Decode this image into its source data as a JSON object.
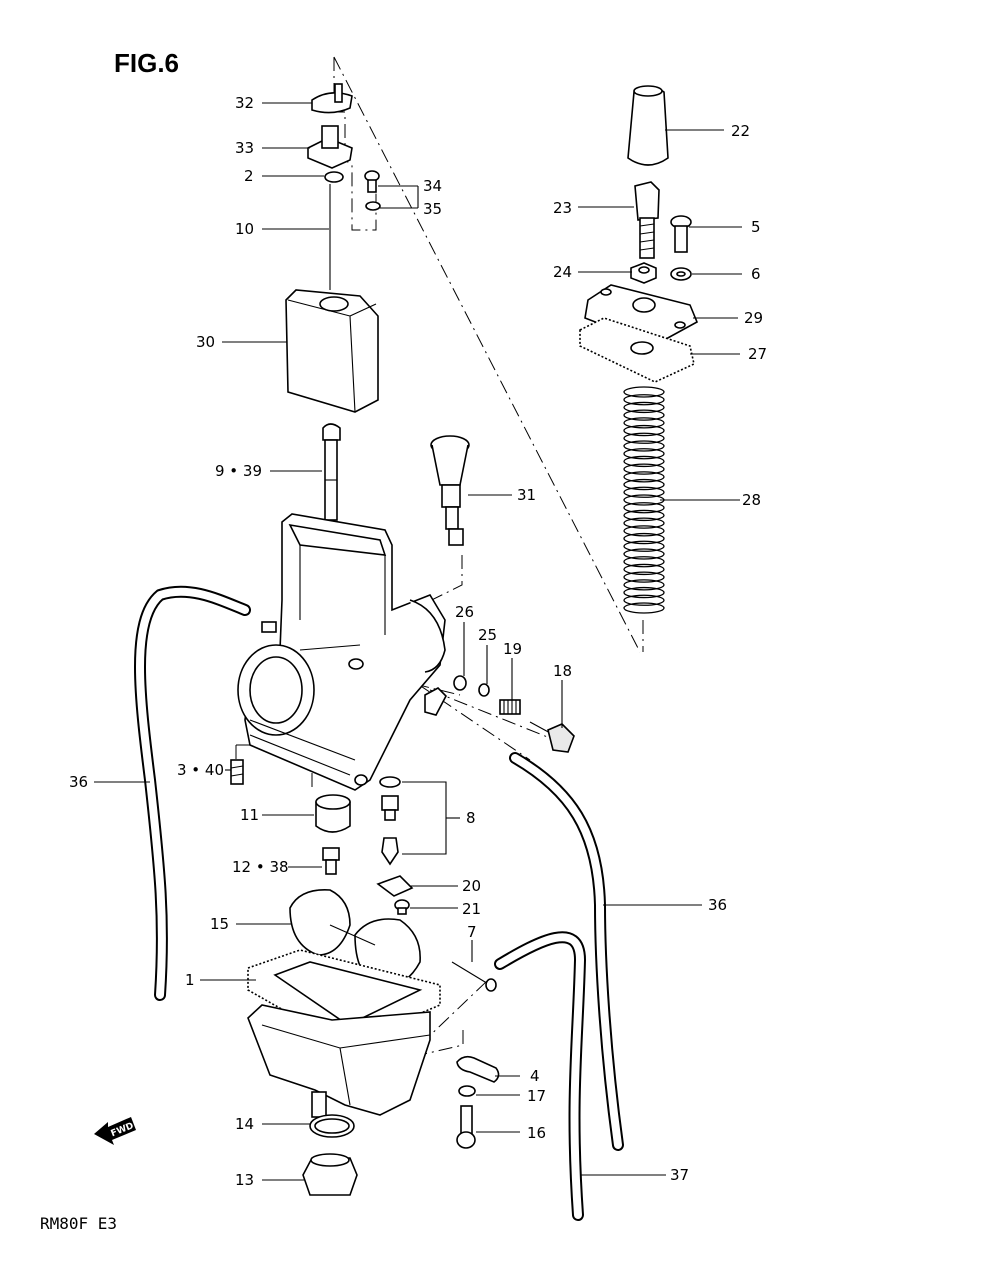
{
  "figure_title": "FIG.6",
  "model_code": "RM80F  E3",
  "fwd_label": "FWD",
  "callouts": {
    "c1": "1",
    "c2": "2",
    "c3_40": "3 • 40",
    "c4": "4",
    "c5": "5",
    "c6": "6",
    "c7": "7",
    "c8": "8",
    "c9_39": "9 • 39",
    "c10": "10",
    "c11": "11",
    "c12_38": "12 • 38",
    "c13": "13",
    "c14": "14",
    "c15": "15",
    "c16": "16",
    "c17": "17",
    "c18": "18",
    "c19": "19",
    "c20": "20",
    "c21": "21",
    "c22": "22",
    "c23": "23",
    "c24": "24",
    "c25": "25",
    "c26": "26",
    "c27": "27",
    "c28": "28",
    "c29": "29",
    "c30": "30",
    "c31": "31",
    "c32": "32",
    "c33": "33",
    "c34": "34",
    "c35": "35",
    "c36a": "36",
    "c36b": "36",
    "c37": "37"
  },
  "parts": {
    "p1": "gasket-float-chamber",
    "p2": "clip",
    "p3_40": "pilot-jet",
    "p4": "plate",
    "p5": "screw",
    "p6": "lock-washer",
    "p7": "float-pin",
    "p8": "needle-valve-set",
    "p9_39": "needle-jet",
    "p10": "jet-needle",
    "p11": "jet-holder",
    "p12_38": "main-jet",
    "p13": "drain-plug",
    "p14": "o-ring",
    "p15": "float",
    "p16": "screw",
    "p17": "lock-washer",
    "p18": "air-screw",
    "p19": "spring",
    "p20": "plate",
    "p21": "screw",
    "p22": "cable-cap",
    "p23": "cable-adjuster",
    "p24": "nut",
    "p27": "gasket",
    "p28": "throttle-spring",
    "p29": "top-cover",
    "p30": "throttle-valve",
    "p31": "starter-plunger",
    "p32": "needle-retainer",
    "p36": "vent-hose",
    "p37": "overflow-hose"
  }
}
